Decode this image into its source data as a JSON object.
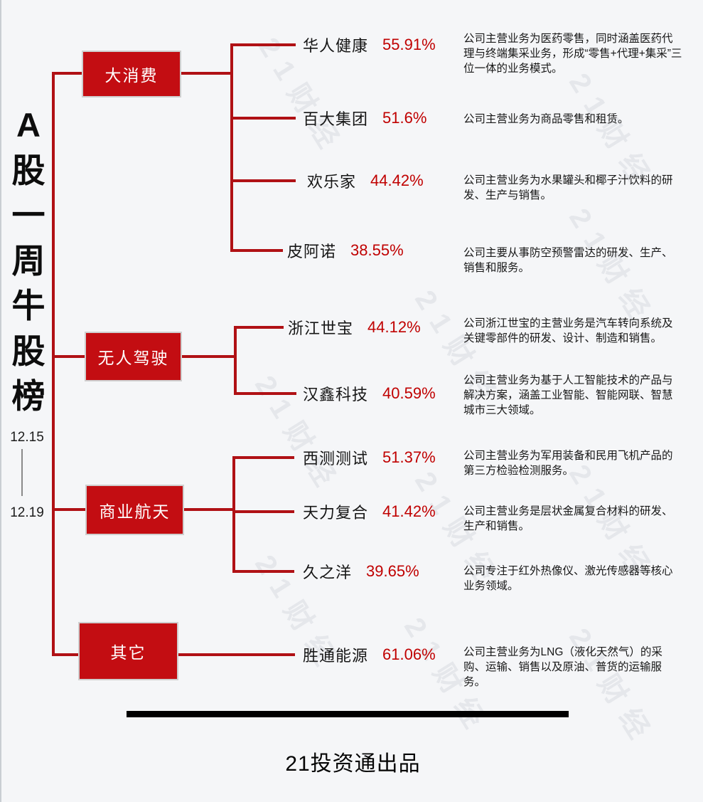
{
  "title": {
    "chars": [
      "A",
      "股",
      "一",
      "周",
      "牛",
      "股",
      "榜"
    ],
    "date_start": "12.15",
    "date_end": "12.19"
  },
  "watermark": {
    "text": "21财经"
  },
  "footer": {
    "brand": "21投资通出品"
  },
  "colors": {
    "background": "#f5f6f8",
    "box_red": "#c30d12",
    "line_red": "#b01115",
    "percent_red": "#c00000",
    "text_black": "#161616"
  },
  "groups": [
    {
      "label": "大消费",
      "stocks": [
        {
          "name": "华人健康",
          "pct": "55.91%",
          "desc": "公司主营业务为医药零售，同时涵盖医药代理与终端集采业务，形成“零售+代理+集采”三位一体的业务模式。"
        },
        {
          "name": "百大集团",
          "pct": "51.6%",
          "desc": "公司主营业务为商品零售和租赁。"
        },
        {
          "name": "欢乐家",
          "pct": "44.42%",
          "desc": "公司主营业务为水果罐头和椰子汁饮料的研发、生产与销售。"
        },
        {
          "name": "皮阿诺",
          "pct": "38.55%",
          "desc": "公司主要从事防空预警雷达的研发、生产、销售和服务。"
        }
      ]
    },
    {
      "label": "无人驾驶",
      "stocks": [
        {
          "name": "浙江世宝",
          "pct": "44.12%",
          "desc": "公司浙江世宝的主营业务是汽车转向系统及关键零部件的研发、设计、制造和销售。"
        },
        {
          "name": "汉鑫科技",
          "pct": "40.59%",
          "desc": "公司主营业务为基于人工智能技术的产品与解决方案，涵盖工业智能、智能网联、智慧城市三大领域。"
        }
      ]
    },
    {
      "label": "商业航天",
      "stocks": [
        {
          "name": "西测测试",
          "pct": "51.37%",
          "desc": "公司主营业务为军用装备和民用飞机产品的第三方检验检测服务。"
        },
        {
          "name": "天力复合",
          "pct": "41.42%",
          "desc": "公司主营业务是层状金属复合材料的研发、生产和销售。"
        },
        {
          "name": "久之洋",
          "pct": "39.65%",
          "desc": "公司专注于红外热像仪、激光传感器等核心业务领域。"
        }
      ]
    },
    {
      "label": "其它",
      "stocks": [
        {
          "name": "胜通能源",
          "pct": "61.06%",
          "desc": "公司主营业务为LNG（液化天然气）的采购、运输、销售以及原油、普货的运输服务。"
        }
      ]
    }
  ]
}
